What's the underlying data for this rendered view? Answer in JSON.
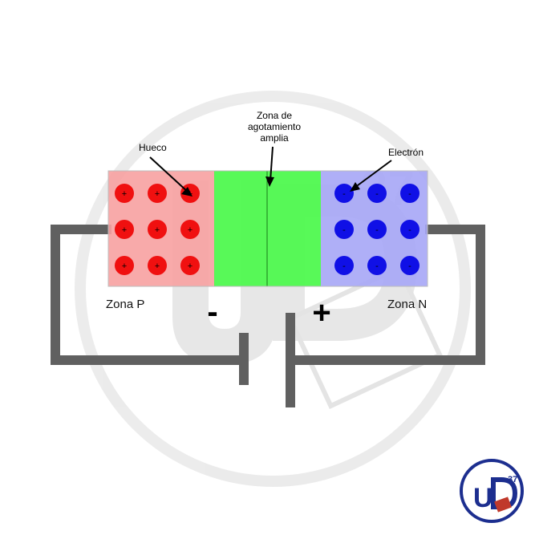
{
  "labels": {
    "hueco": "Hueco",
    "zona_agotamiento": [
      "Zona de",
      "agotamiento",
      "amplia"
    ],
    "electron": "Electrón",
    "zona_p": "Zona P",
    "zona_n": "Zona N",
    "minus": "-",
    "plus": "+"
  },
  "carriers": {
    "hole_sign": "+",
    "electron_sign": "-",
    "p_rows": 3,
    "p_cols": 3,
    "n_rows": 3,
    "n_cols": 3
  },
  "logo": {
    "text": "37"
  },
  "colors": {
    "p_region": "#f7a1a1",
    "depletion": "#4ff94f",
    "n_region": "#a6a6f6",
    "hole": "#f01010",
    "electron": "#1010e6",
    "wire": "#606060",
    "watermark": "#dcdcdc"
  }
}
